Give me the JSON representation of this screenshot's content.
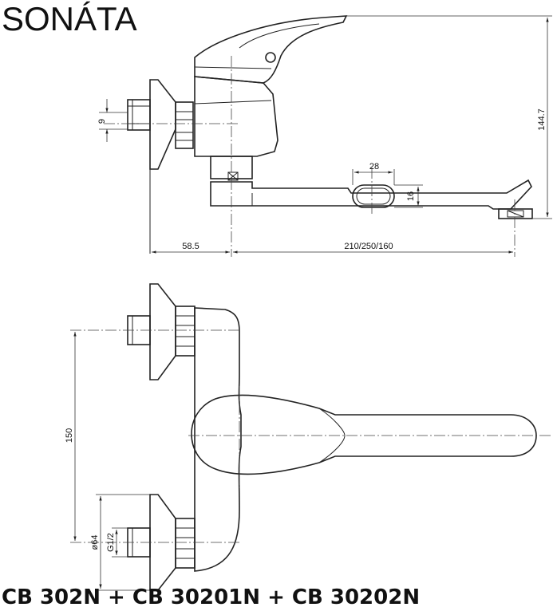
{
  "title": "SONÁTA",
  "models": "CB 302N + CB 30201N + CB 30202N",
  "dimensions": {
    "thread_size": "9",
    "overall_height": "144.7",
    "spout_slot_width": "28",
    "spout_height": "16",
    "wall_to_axis": "58.5",
    "spout_lengths": "210/250/160",
    "inlet_spacing": "150",
    "flange_diameter": "ø64",
    "connection_thread": "G1/2"
  }
}
